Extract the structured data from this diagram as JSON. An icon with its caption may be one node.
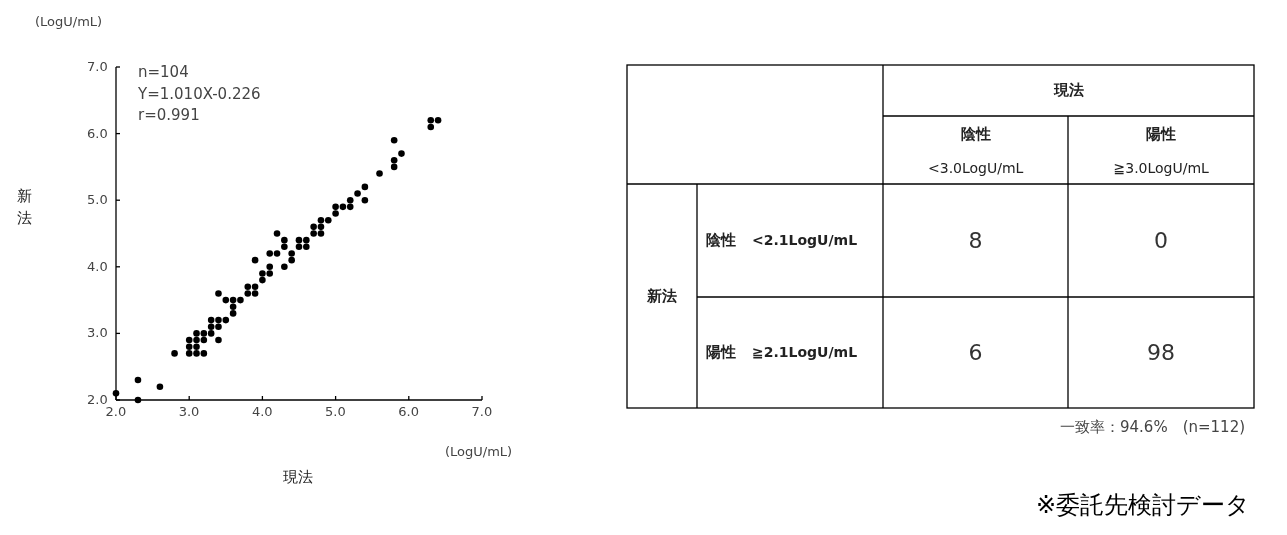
{
  "diagram": {
    "labels": [
      "(LogU/mL)",
      "(LogU/mL)",
      "現法",
      "陰性",
      "<3.0LogU/mL",
      "陽性",
      "≧3.0LogU/mL",
      "新法",
      "陰性",
      "<2.1LogU/mL",
      "8",
      "0",
      "陽性",
      "≧2.1LogU/mL",
      "6",
      "98",
      "一致率：94.6%　(n=112)",
      "※委託先検討データ"
    ],
    "chart_data": {
      "type": "scatter",
      "xlabel": "現法",
      "ylabel": "新法",
      "xlim": [
        2,
        7
      ],
      "ylim": [
        2,
        7
      ],
      "xticks": [
        {
          "value": 2,
          "label": "2.0"
        },
        {
          "value": 3,
          "label": "3.0"
        },
        {
          "value": 4,
          "label": "4.0"
        },
        {
          "value": 5,
          "label": "5.0"
        },
        {
          "value": 6,
          "label": "6.0"
        },
        {
          "value": 7,
          "label": "7.0"
        }
      ],
      "yticks": [
        {
          "value": 2,
          "label": "2.0"
        },
        {
          "value": 3,
          "label": "3.0"
        },
        {
          "value": 4,
          "label": "4.0"
        },
        {
          "value": 5,
          "label": "5.0"
        },
        {
          "value": 6,
          "label": "6.0"
        },
        {
          "value": 7,
          "label": "7.0"
        }
      ],
      "x": [
        2.0,
        2.3,
        2.3,
        2.6,
        2.8,
        3.0,
        3.0,
        3.0,
        3.1,
        3.1,
        3.1,
        3.1,
        3.2,
        3.2,
        3.2,
        3.3,
        3.3,
        3.3,
        3.4,
        3.4,
        3.4,
        3.4,
        3.5,
        3.5,
        3.6,
        3.6,
        3.6,
        3.7,
        3.8,
        3.8,
        3.9,
        3.9,
        3.9,
        4.0,
        4.0,
        4.1,
        4.1,
        4.1,
        4.2,
        4.2,
        4.3,
        4.3,
        4.3,
        4.4,
        4.4,
        4.5,
        4.5,
        4.6,
        4.6,
        4.7,
        4.7,
        4.8,
        4.8,
        4.8,
        4.9,
        5.0,
        5.0,
        5.1,
        5.2,
        5.2,
        5.3,
        5.4,
        5.4,
        5.6,
        5.8,
        5.8,
        5.8,
        5.9,
        6.3,
        6.3,
        6.4
      ],
      "series": [
        {
          "color": "#000000",
          "values": [
            2.1,
            2.3,
            2.0,
            2.2,
            2.7,
            2.7,
            2.8,
            2.9,
            2.7,
            2.8,
            2.9,
            3.0,
            2.7,
            2.9,
            3.0,
            3.0,
            3.1,
            3.2,
            3.6,
            3.2,
            3.1,
            2.9,
            3.2,
            3.5,
            3.5,
            3.4,
            3.3,
            3.5,
            3.7,
            3.6,
            3.7,
            3.6,
            4.1,
            3.8,
            3.9,
            3.9,
            4.0,
            4.2,
            4.2,
            4.5,
            4.0,
            4.3,
            4.4,
            4.1,
            4.2,
            4.3,
            4.4,
            4.3,
            4.4,
            4.5,
            4.6,
            4.5,
            4.6,
            4.7,
            4.7,
            4.8,
            4.9,
            4.9,
            4.9,
            5.0,
            5.1,
            5.0,
            5.2,
            5.4,
            5.5,
            5.6,
            5.9,
            5.7,
            6.1,
            6.2,
            6.2
          ]
        }
      ],
      "annotations": [
        "n=104",
        "Y=1.010X-0.226",
        "r=0.991"
      ]
    }
  }
}
